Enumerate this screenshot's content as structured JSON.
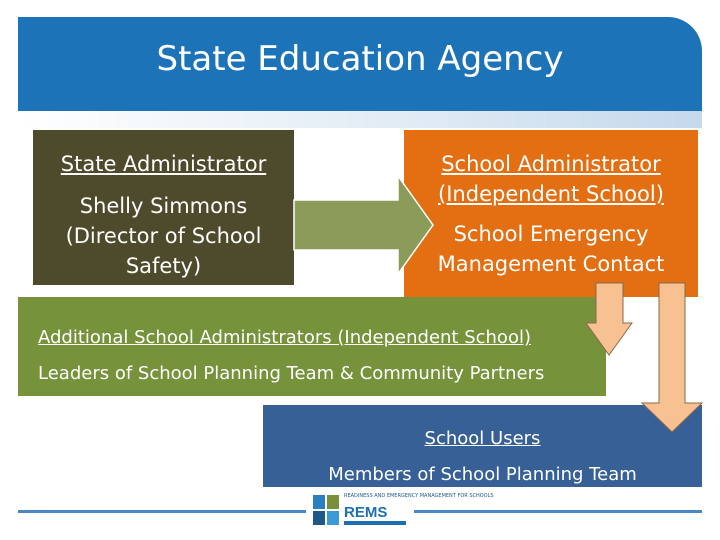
{
  "banner": {
    "title": "State Education Agency"
  },
  "state_box": {
    "heading": "State Administrator",
    "line1": "Shelly Simmons",
    "line2": "(Director of School",
    "line3": "Safety)"
  },
  "school_box": {
    "heading_line1": "School Administrator",
    "heading_line2": "(Independent School)",
    "line1": "School Emergency",
    "line2": "Management Contact"
  },
  "additional_box": {
    "heading": "Additional School Administrators (Independent School)",
    "body": "Leaders of School Planning Team & Community Partners"
  },
  "users_box": {
    "heading": "School Users",
    "body": "Members of School Planning Team"
  },
  "logo": {
    "banner_text": "READINESS AND EMERGENCY MANAGEMENT FOR SCHOOLS",
    "word": "REMS"
  },
  "colors": {
    "banner": "#1d73b8",
    "state": "#4e4a2c",
    "school": "#e36f12",
    "additional": "#76923a",
    "users": "#366096",
    "arrow_green": "#8b9b5a",
    "arrow_orange": "#f8c191"
  }
}
